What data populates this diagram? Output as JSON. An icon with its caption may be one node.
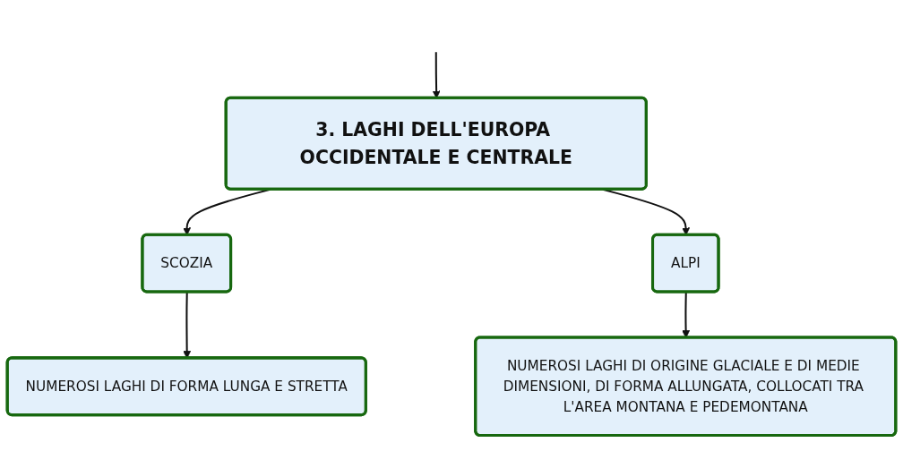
{
  "diagram": {
    "nodes": [
      {
        "text": [
          "3. LAGHI DELL'EUROPA OCCIDENTALE E CENTRALE"
        ]
      },
      {
        "text": [
          "SCOZIA"
        ]
      },
      {
        "text": [
          "ALPI"
        ]
      },
      {
        "text": [
          "NUMEROSI LAGHI DI FORMA LUNGA E STRETTA"
        ]
      },
      {
        "text": [
          "NUMEROSI LAGHI DI ORIGINE GLACIALE E DI MEDIE DIMENSIONI, DI FORMA ALLUNGATA, COLLOCATI TRA L'AREA MONTANA E PEDEMONTANA"
        ]
      }
    ],
    "edges": [
      {
        "from": null,
        "to": 0,
        "arrow": "to"
      },
      {
        "from": 0,
        "to": 1,
        "arrow": "to"
      },
      {
        "from": 0,
        "to": 2,
        "arrow": "to"
      },
      {
        "from": 1,
        "to": 3,
        "arrow": "to"
      },
      {
        "from": 2,
        "to": 4,
        "arrow": "to"
      }
    ]
  }
}
